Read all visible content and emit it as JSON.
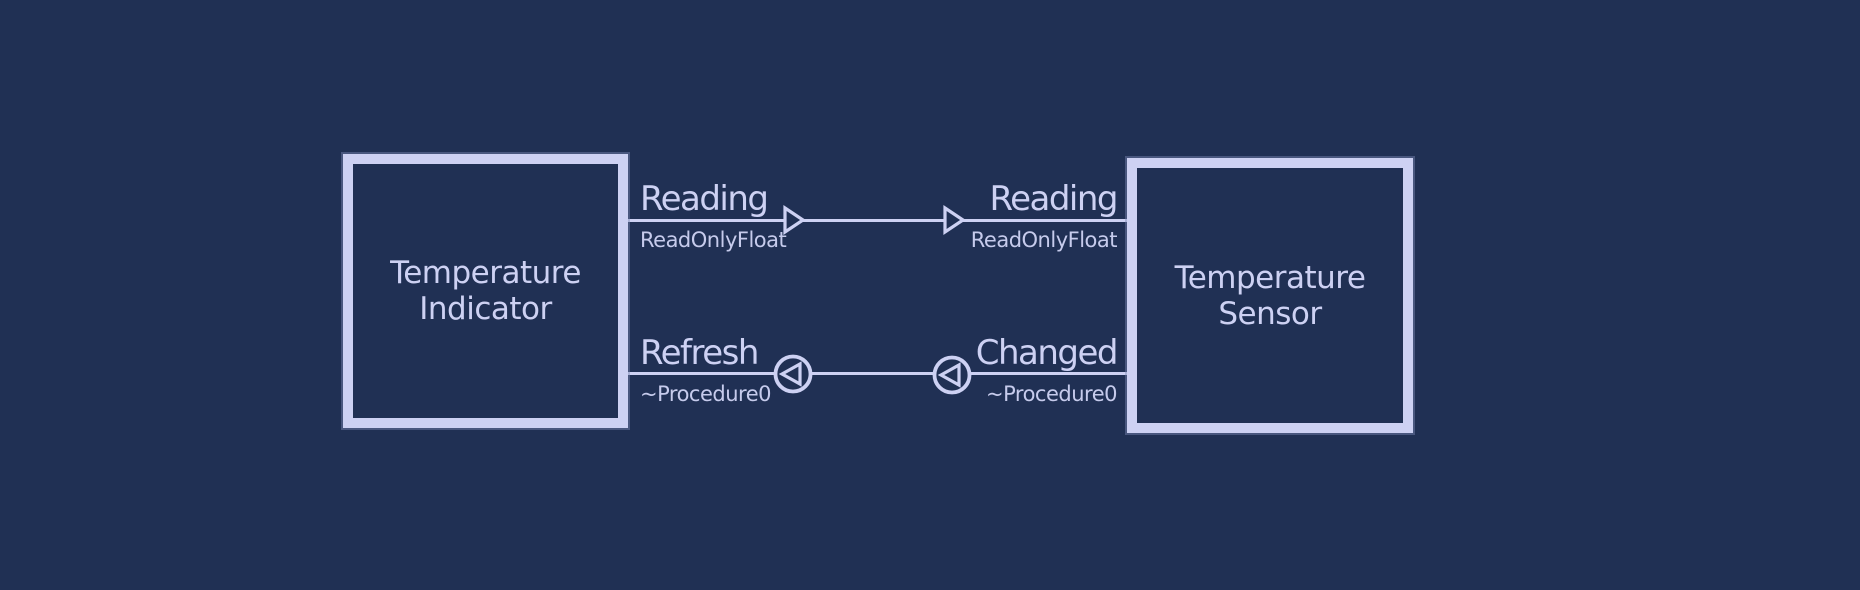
{
  "colors": {
    "background": "#203054",
    "accent": "#cdd1f3",
    "sublabel": "#c6cbec"
  },
  "nodes": [
    {
      "id": "temperature-indicator",
      "title_lines": [
        "Temperature",
        "Indicator"
      ]
    },
    {
      "id": "temperature-sensor",
      "title_lines": [
        "Temperature",
        "Sensor"
      ]
    }
  ],
  "connections": [
    {
      "id": "reading",
      "source_label": "Reading",
      "source_type": "ReadOnlyFloat",
      "target_label": "Reading",
      "target_type": "ReadOnlyFloat",
      "marker": "arrow-right"
    },
    {
      "id": "refresh-changed",
      "source_label": "Refresh",
      "source_type": "~Procedure0",
      "target_label": "Changed",
      "target_type": "~Procedure0",
      "marker": "circle-arrow-left"
    }
  ]
}
